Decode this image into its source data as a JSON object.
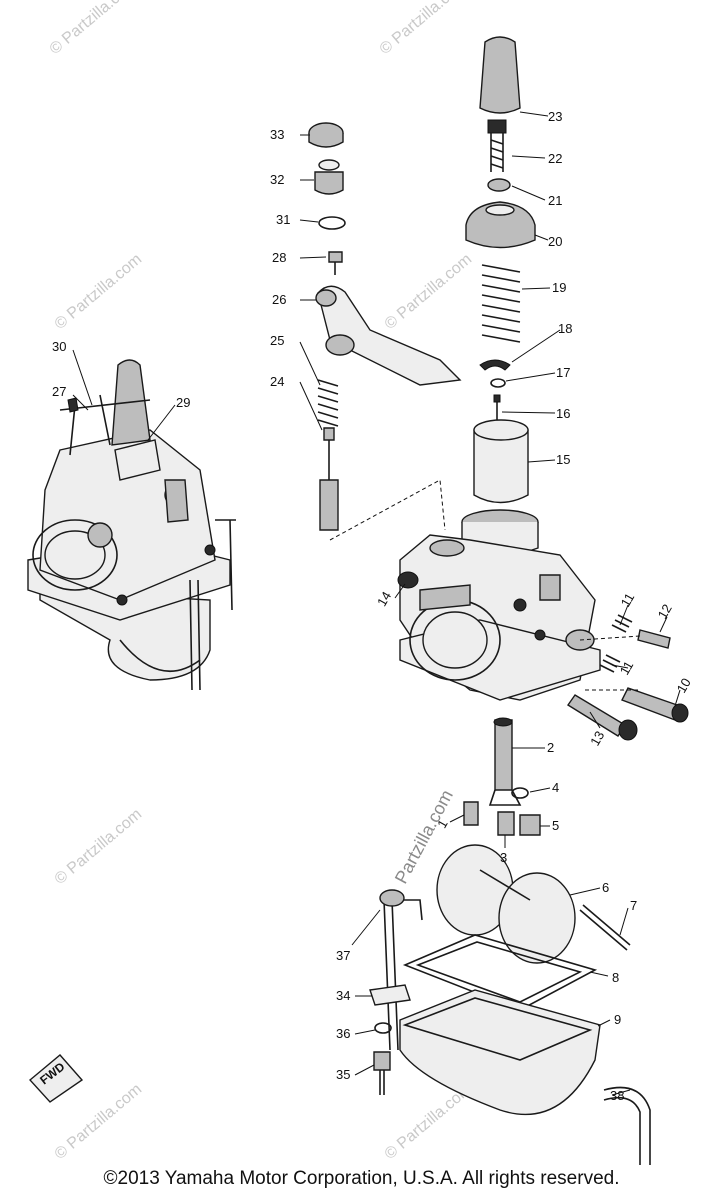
{
  "watermark": {
    "text": "© Partzilla.com",
    "center_text": "Partzilla.com"
  },
  "callouts": {
    "c1": "1",
    "c2": "2",
    "c3": "3",
    "c4": "4",
    "c5": "5",
    "c6": "6",
    "c7": "7",
    "c8": "8",
    "c9": "9",
    "c10": "10",
    "c11a": "11",
    "c11b": "11",
    "c12": "12",
    "c13": "13",
    "c14": "14",
    "c15": "15",
    "c16": "16",
    "c17": "17",
    "c18": "18",
    "c19": "19",
    "c20": "20",
    "c21": "21",
    "c22": "22",
    "c23": "23",
    "c24": "24",
    "c25": "25",
    "c26": "26",
    "c27": "27",
    "c28": "28",
    "c29": "29",
    "c30": "30",
    "c31": "31",
    "c32": "32",
    "c33": "33",
    "c34": "34",
    "c35": "35",
    "c36": "36",
    "c37": "37",
    "c38": "38"
  },
  "fwd_label": "FWD",
  "copyright": "©2013 Yamaha Motor Corporation, U.S.A. All rights reserved.",
  "colors": {
    "ink": "#1a1a1a",
    "watermark": "#c9c9c9",
    "background": "#ffffff"
  }
}
